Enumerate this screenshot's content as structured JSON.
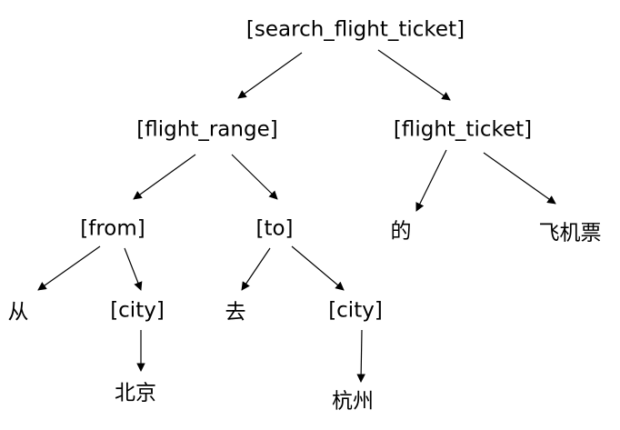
{
  "nodes": {
    "root": "[search_flight_ticket]",
    "flight_range": "[flight_range]",
    "flight_ticket": "[flight_ticket]",
    "from": "[from]",
    "to": "[to]",
    "de": "的",
    "feijipiao": "飞机票",
    "cong": "从",
    "city_from": "[city]",
    "qu": "去",
    "city_to": "[city]",
    "beijing": "北京",
    "hangzhou": "杭州"
  },
  "colors": {
    "ink": "#000000",
    "background": "#ffffff"
  }
}
